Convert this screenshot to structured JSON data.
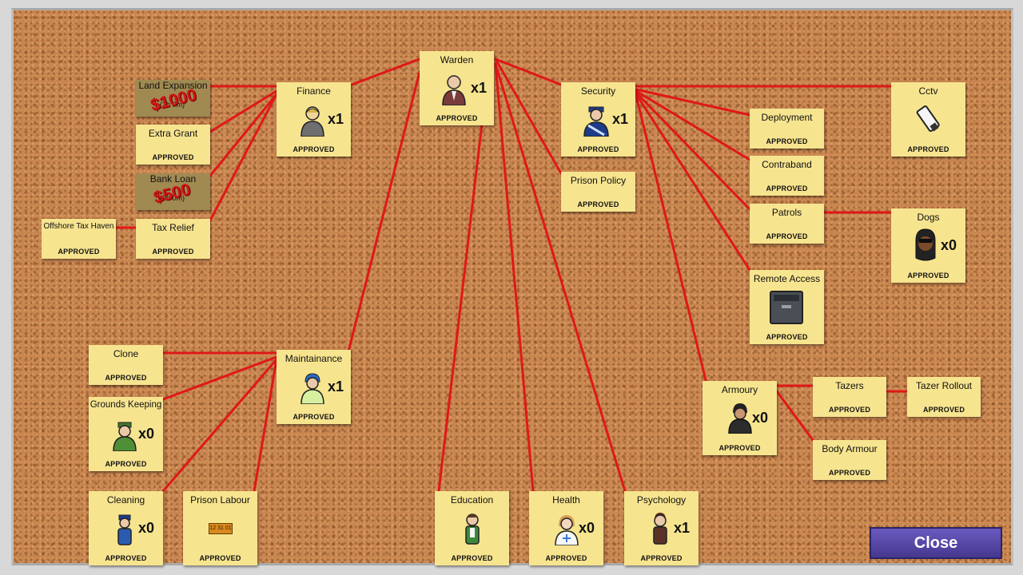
{
  "status_approved": "APPROVED",
  "close_label": "Close",
  "accent_wire": "#e01818",
  "nodes": {
    "warden": {
      "title": "Warden",
      "count": "x1",
      "icon": "warden-icon"
    },
    "finance": {
      "title": "Finance",
      "count": "x1",
      "icon": "accountant-icon"
    },
    "security": {
      "title": "Security",
      "count": "x1",
      "icon": "chief-icon"
    },
    "maintainance": {
      "title": "Maintainance",
      "count": "x1",
      "icon": "foreman-icon"
    },
    "land_expansion": {
      "title": "Land Expansion",
      "price": "$1000",
      "timer": "(2h 0m)"
    },
    "extra_grant": {
      "title": "Extra Grant"
    },
    "bank_loan": {
      "title": "Bank Loan",
      "price": "$500",
      "timer": "(2h 0m)"
    },
    "tax_relief": {
      "title": "Tax Relief"
    },
    "offshore": {
      "title": "Offshore Tax Haven"
    },
    "prison_policy": {
      "title": "Prison Policy"
    },
    "deployment": {
      "title": "Deployment"
    },
    "contraband": {
      "title": "Contraband"
    },
    "patrols": {
      "title": "Patrols"
    },
    "remote_access": {
      "title": "Remote Access",
      "icon": "door-servo-icon"
    },
    "cctv": {
      "title": "Cctv",
      "icon": "camera-icon"
    },
    "dogs": {
      "title": "Dogs",
      "count": "x0",
      "icon": "dog-handler-icon"
    },
    "armoury": {
      "title": "Armoury",
      "count": "x0",
      "icon": "armed-guard-icon"
    },
    "tazers": {
      "title": "Tazers"
    },
    "tazer_rollout": {
      "title": "Tazer Rollout"
    },
    "body_armour": {
      "title": "Body Armour"
    },
    "clone": {
      "title": "Clone"
    },
    "grounds_keeping": {
      "title": "Grounds Keeping",
      "count": "x0",
      "icon": "gardener-icon"
    },
    "cleaning": {
      "title": "Cleaning",
      "count": "x0",
      "icon": "janitor-icon"
    },
    "prison_labour": {
      "title": "Prison Labour",
      "icon": "labour-sign-icon",
      "sign_text": "12 31 01"
    },
    "education": {
      "title": "Education",
      "icon": "teacher-icon"
    },
    "health": {
      "title": "Health",
      "count": "x0",
      "icon": "doctor-icon"
    },
    "psychology": {
      "title": "Psychology",
      "count": "x1",
      "icon": "psychologist-icon"
    }
  }
}
